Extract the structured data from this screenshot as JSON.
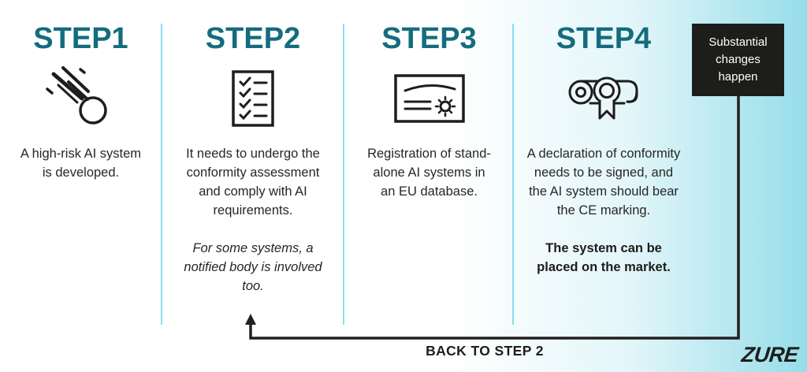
{
  "colors": {
    "step_title_teal": "#146c7e",
    "divider_cyan": "#87dfef",
    "background_edge_cyan": "#96dde9",
    "line_dark": "#231f20",
    "callout_bg": "#1d1d1b",
    "callout_text": "#ffffff"
  },
  "steps": [
    {
      "label": "STEP1",
      "icon": "comet-icon",
      "description": "A high-risk AI system is developed."
    },
    {
      "label": "STEP2",
      "icon": "checklist-icon",
      "description": "It needs to undergo the conformity assessment and comply with AI requirements.",
      "note_italic": "For some systems, a notified body is involved too."
    },
    {
      "label": "STEP3",
      "icon": "certificate-icon",
      "description": "Registration of stand-alone AI systems in an EU database."
    },
    {
      "label": "STEP4",
      "icon": "diploma-icon",
      "description": "A declaration of conformity needs to be signed, and the AI system should bear the CE marking.",
      "note_bold": "The system can be placed on the market."
    }
  ],
  "callout": {
    "text": "Substantial changes happen"
  },
  "loop": {
    "label": "BACK TO STEP 2"
  },
  "brand": {
    "logo": "ZURE"
  }
}
